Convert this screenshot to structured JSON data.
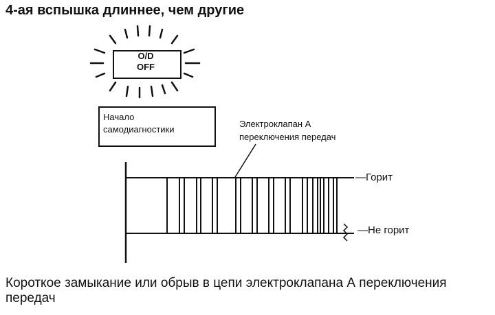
{
  "heading": "4-ая вспышка длиннее, чем другие",
  "indicator": {
    "line1": "O/D",
    "line2": "OFF"
  },
  "start_box": {
    "line1": "Начало",
    "line2": "самодиагностики"
  },
  "valve_label": {
    "line1": "Электроклапан А",
    "line2": "переключения передач"
  },
  "levels": {
    "on": "Горит",
    "off": "Не горит"
  },
  "description": "Короткое замыкание или обрыв в цепи электроклапана А переключения передач"
}
